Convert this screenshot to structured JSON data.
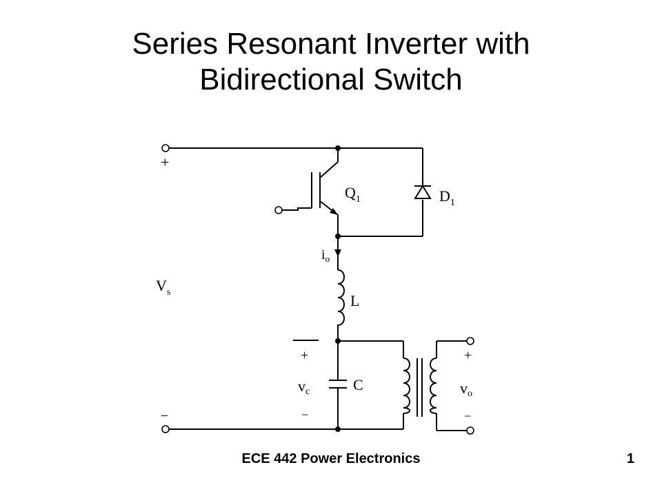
{
  "slide": {
    "title_line1": "Series Resonant Inverter with",
    "title_line2": "Bidirectional Switch",
    "footer": "ECE 442 Power Electronics",
    "page_number": "1"
  },
  "circuit": {
    "source_label": "V",
    "source_subscript": "s",
    "source_plus": "+",
    "source_minus": "−",
    "switch_label": "Q",
    "switch_subscript": "1",
    "diode_label": "D",
    "diode_subscript": "1",
    "current_label": "i",
    "current_subscript": "o",
    "inductor_label": "L",
    "capacitor_label": "C",
    "cap_voltage_label": "v",
    "cap_voltage_subscript": "c",
    "cap_plus": "+",
    "cap_minus": "−",
    "output_label": "v",
    "output_subscript": "o",
    "output_plus": "+",
    "output_minus": "−"
  }
}
